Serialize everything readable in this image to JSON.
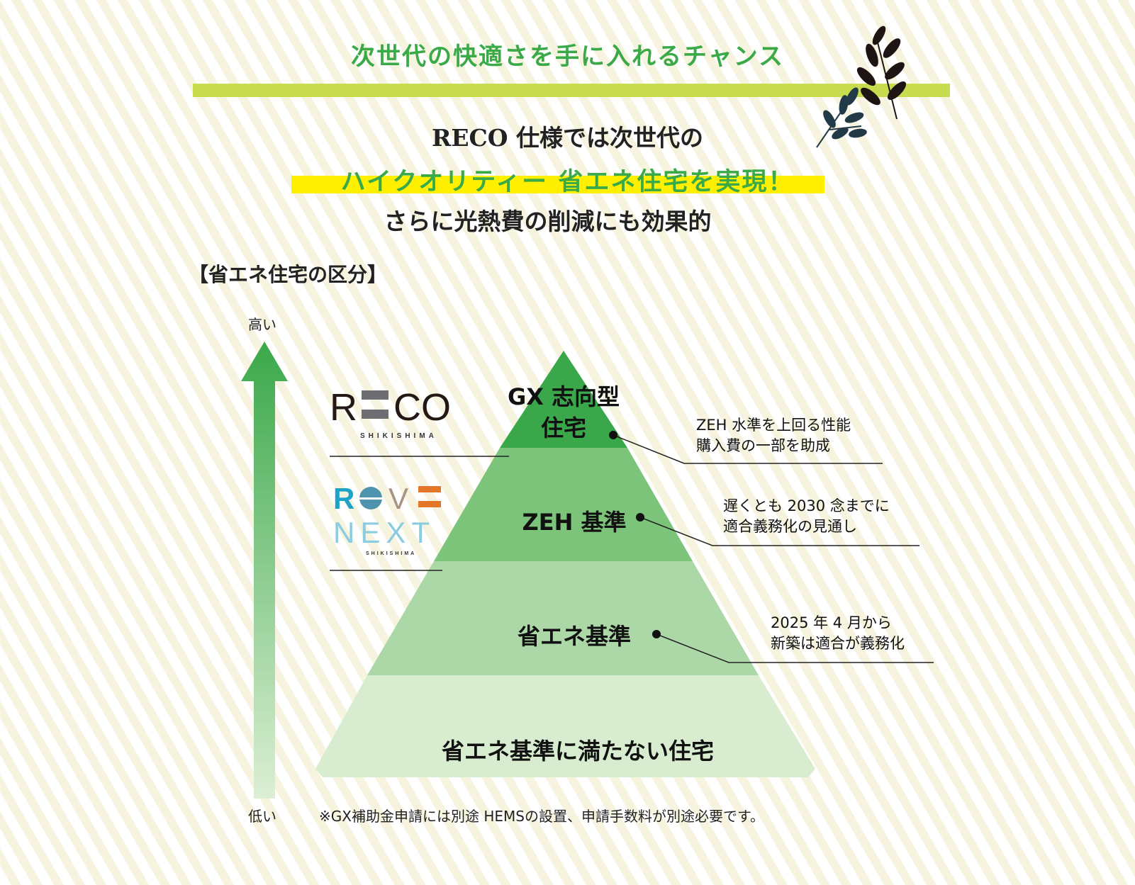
{
  "header": {
    "tagline": "次世代の快適さを手に入れるチャンス",
    "line1": "RECO 仕様では次世代の",
    "line2": "ハイクオリティー 省エネ住宅を実現！",
    "line3": "さらに光熱費の削減にも効果的"
  },
  "section_title": "【省エネ住宅の区分】",
  "axis": {
    "high": "高い",
    "low": "低い"
  },
  "logos": {
    "reco": "RECO",
    "reco_sub": "SHIKISHIMA",
    "rove_top": "ROVE",
    "rove_bottom": "NEXT",
    "rove_sub": "SHIKISHIMA"
  },
  "pyramid": {
    "levels": [
      {
        "label_a": "GX 志向型",
        "label_b": "住宅",
        "color": "#3aa84a"
      },
      {
        "label": "ZEH 基準",
        "color": "#7cc47a"
      },
      {
        "label": "省エネ基準",
        "color": "#acd8a8"
      },
      {
        "label": "省エネ基準に満たない住宅",
        "color": "#d8edcf"
      }
    ],
    "annotations": [
      {
        "a": "ZEH 水準を上回る性能",
        "b": "購入費の一部を助成"
      },
      {
        "a": "遅くとも 2030 念までに",
        "b": "適合義務化の見通し"
      },
      {
        "a": "2025 年 4 月から",
        "b": "新築は適合が義務化"
      }
    ]
  },
  "footnote": "※GX補助金申請には別途 HEMSの設置、申請手数料が別途必要です。",
  "colors": {
    "green": "#3aaa48",
    "bar": "#c8dc50",
    "highlight": "#fff000"
  }
}
